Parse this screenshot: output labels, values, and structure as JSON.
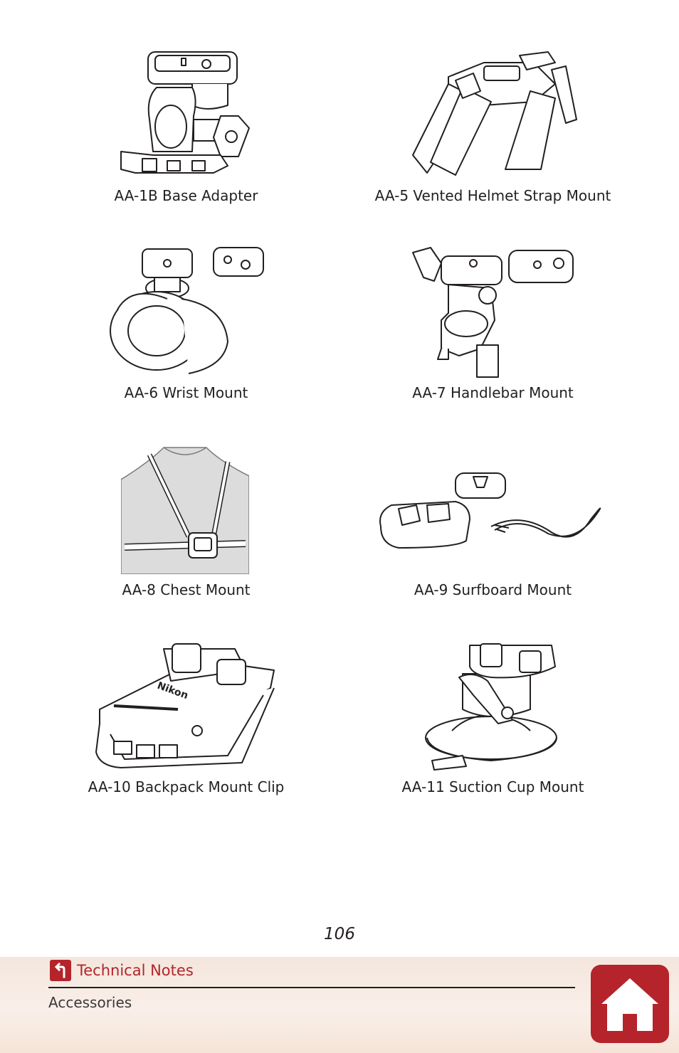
{
  "items": [
    {
      "caption": "AA-1B Base Adapter"
    },
    {
      "caption": "AA-5 Vented Helmet Strap Mount"
    },
    {
      "caption": "AA-6 Wrist Mount"
    },
    {
      "caption": "AA-7 Handlebar Mount"
    },
    {
      "caption": "AA-8 Chest Mount"
    },
    {
      "caption": "AA-9 Surfboard Mount"
    },
    {
      "caption": "AA-10 Backpack Mount Clip"
    },
    {
      "caption": "AA-11 Suction Cup Mount"
    }
  ],
  "page_number": "106",
  "footer": {
    "section_label": "Technical Notes",
    "sub_label": "Accessories",
    "back_icon": "return-arrow-icon",
    "home_icon": "home-icon"
  },
  "colors": {
    "accent": "#b4242a",
    "footer_background": "#f7ebe3",
    "text": "#231f20"
  }
}
